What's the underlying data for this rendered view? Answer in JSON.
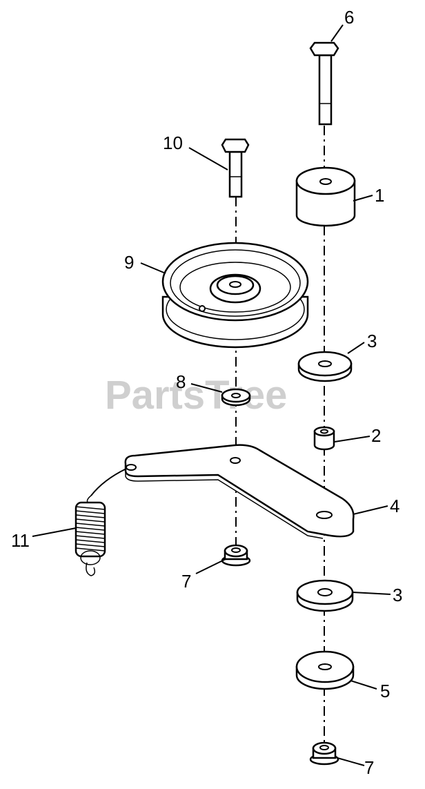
{
  "watermark": "PartsTree",
  "callouts": [
    {
      "id": "c6",
      "label": "6"
    },
    {
      "id": "c10",
      "label": "10"
    },
    {
      "id": "c1",
      "label": "1"
    },
    {
      "id": "c9",
      "label": "9"
    },
    {
      "id": "c3a",
      "label": "3"
    },
    {
      "id": "c8",
      "label": "8"
    },
    {
      "id": "c2",
      "label": "2"
    },
    {
      "id": "c4",
      "label": "4"
    },
    {
      "id": "c11",
      "label": "11"
    },
    {
      "id": "c7a",
      "label": "7"
    },
    {
      "id": "c3b",
      "label": "3"
    },
    {
      "id": "c5",
      "label": "5"
    },
    {
      "id": "c7b",
      "label": "7"
    }
  ]
}
